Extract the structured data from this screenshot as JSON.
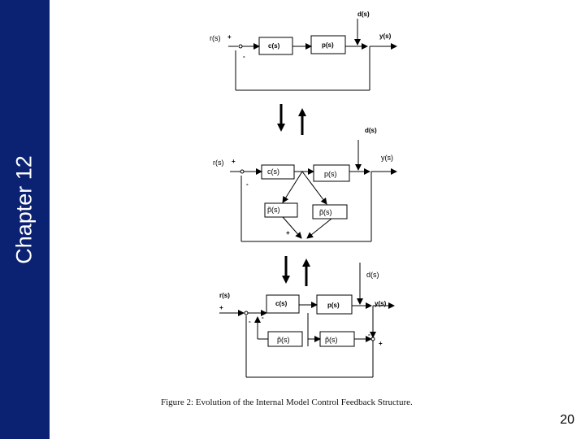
{
  "slide": {
    "chapter_label": "Chapter 12",
    "page_number": "20",
    "sidebar_color": "#0b2273"
  },
  "figure": {
    "caption": "Figure 2: Evolution of the Internal Model Control Feedback Structure.",
    "top": {
      "input": "r(s)",
      "plus": "+",
      "minus": "-",
      "controller": "c(s)",
      "plant": "p(s)",
      "disturbance": "d(s)",
      "output": "y(s)"
    },
    "middle": {
      "input": "r(s)",
      "plus_top": "+",
      "minus": "-",
      "controller": "c(s)",
      "plant": "p(s)",
      "model_left": "p̃(s)",
      "model_right": "p̃(s)",
      "sum_plus": "+",
      "disturbance": "d(s)",
      "output": "y(s)"
    },
    "bottom": {
      "input": "r(s)",
      "plus": "+",
      "minus_outer": "-",
      "minus_inner": "-",
      "controller": "c(s)",
      "plant": "p(s)",
      "model_left": "p̃(s)",
      "model_right": "p̃(s)",
      "minus_right": "-",
      "plus_right": "+",
      "disturbance": "d(s)",
      "output": "y(s)"
    }
  }
}
